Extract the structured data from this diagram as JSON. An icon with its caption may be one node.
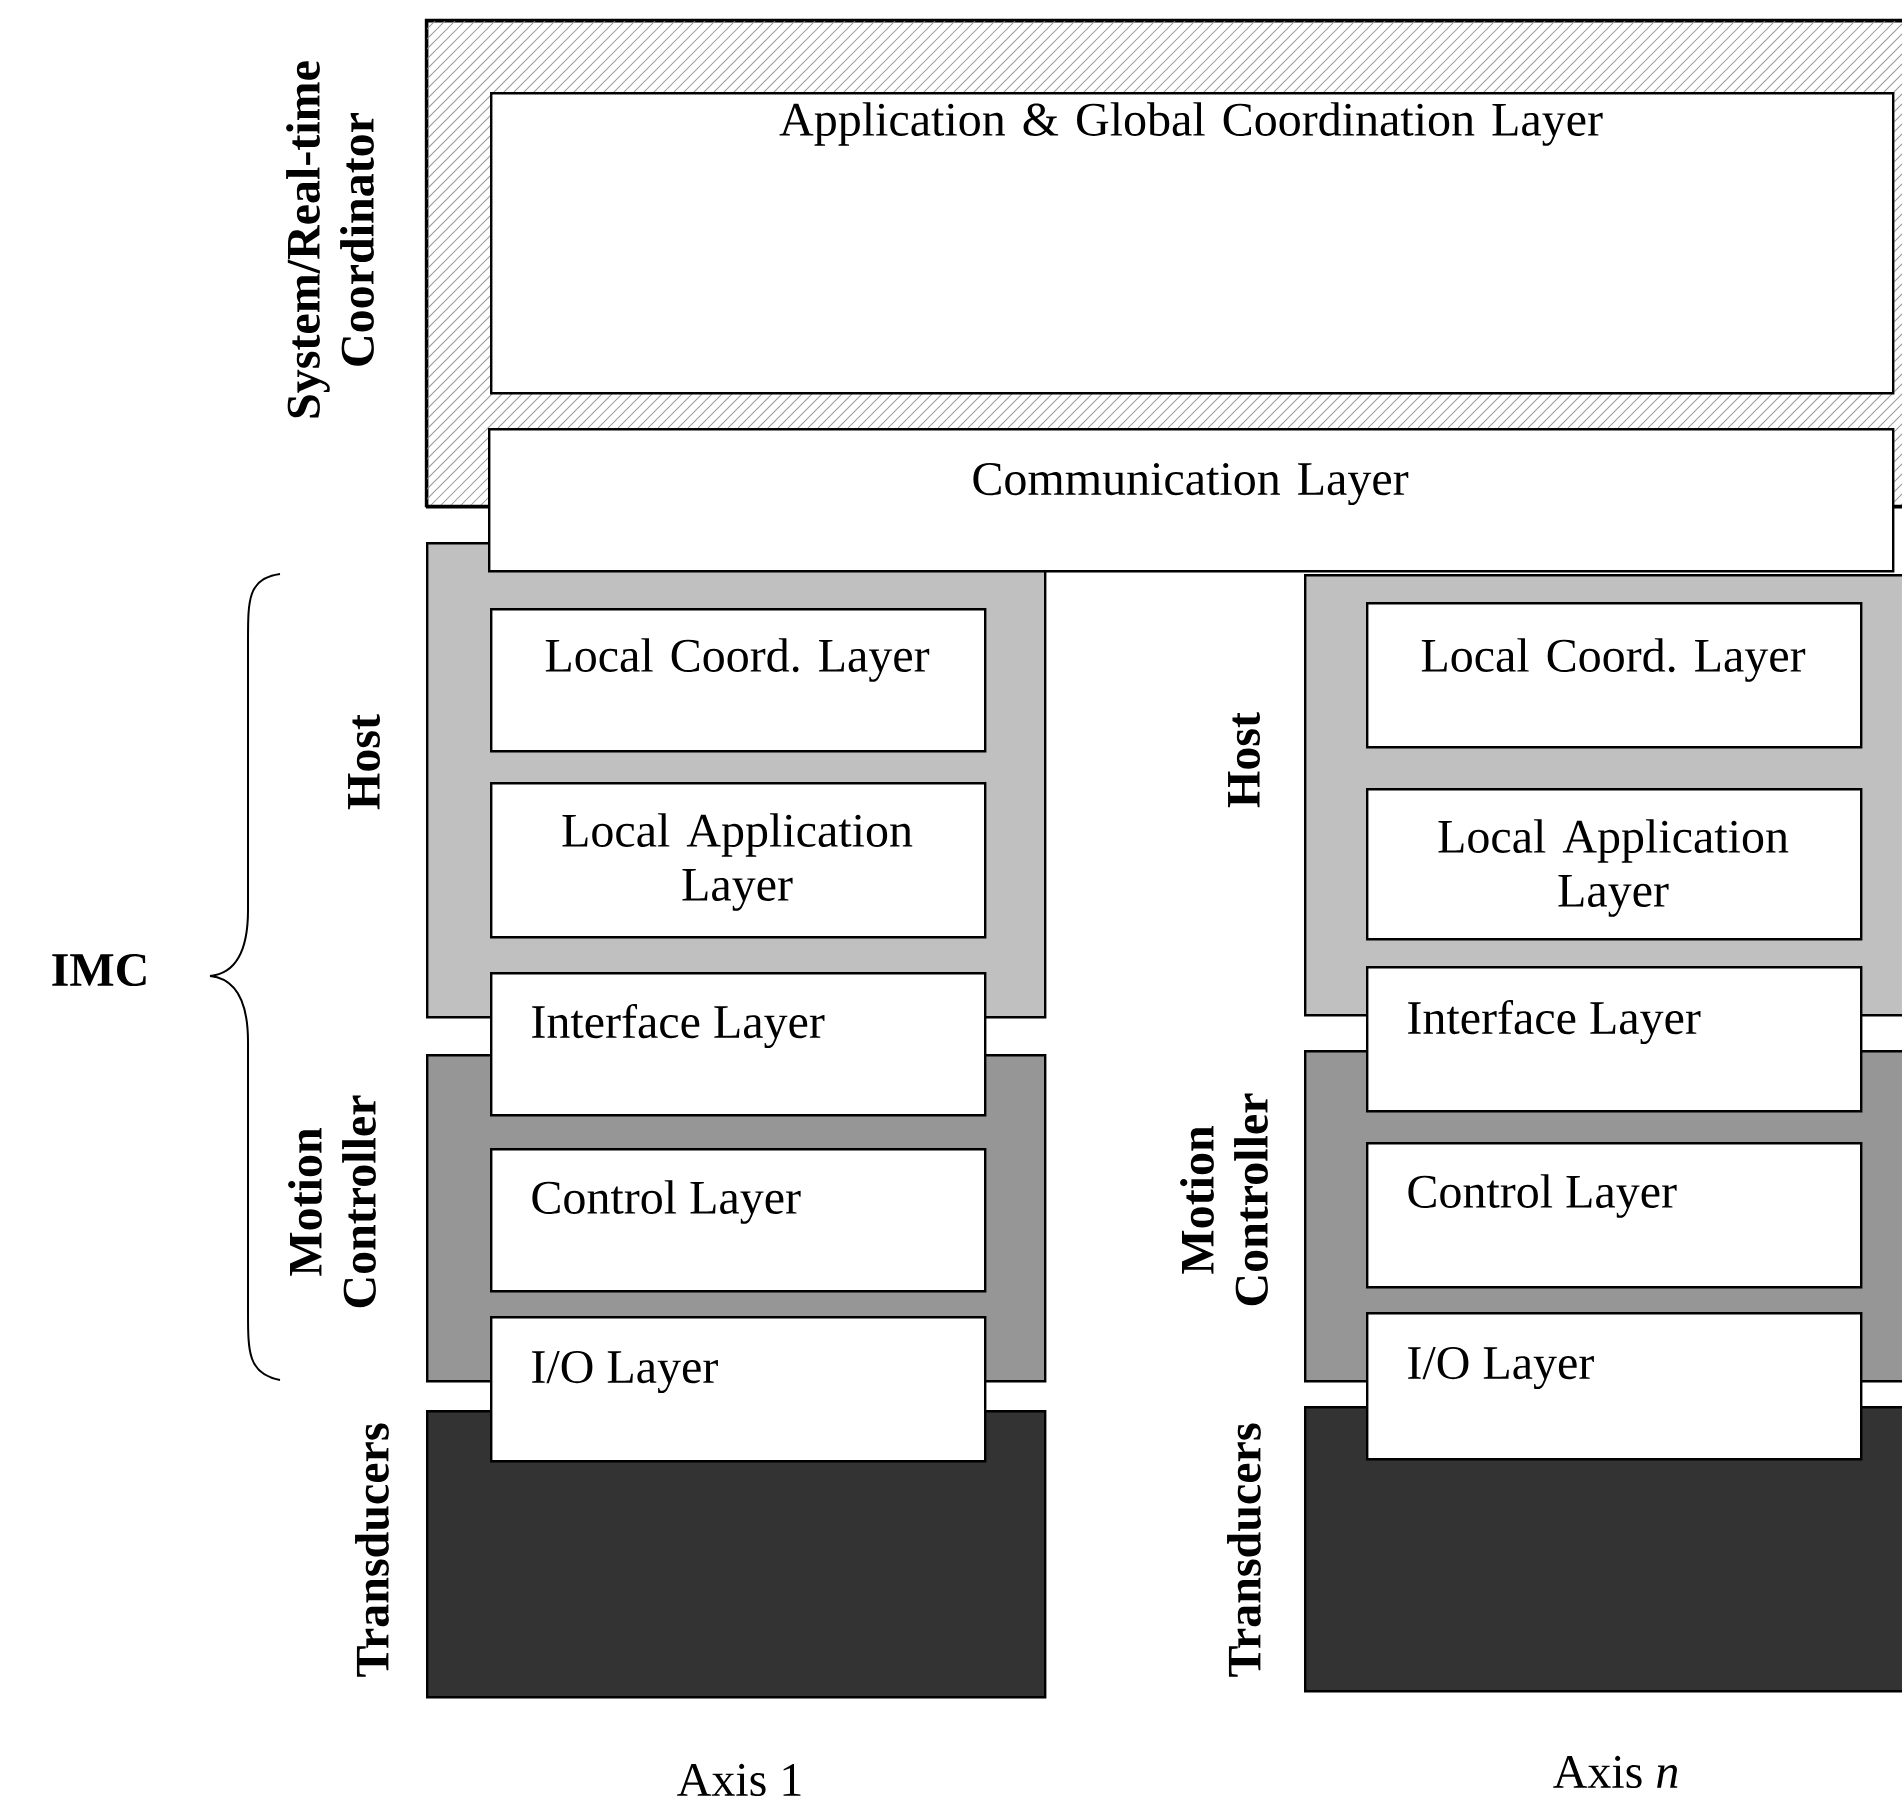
{
  "diagram": {
    "nodes": [
      {
        "text": [
          "System/Real-time Coordinator"
        ]
      },
      {
        "text": [
          "Application & Global Coordination Layer"
        ],
        "in": 0
      },
      {
        "text": [
          "Communication Layer"
        ]
      },
      {
        "text": [
          "Host"
        ]
      },
      {
        "text": [
          "Local Coord. Layer"
        ],
        "in": 3
      },
      {
        "text": [
          "Local Application Layer"
        ],
        "in": 3
      },
      {
        "text": [
          "Interface Layer"
        ]
      },
      {
        "text": [
          "Motion Controller"
        ]
      },
      {
        "text": [
          "Control Layer"
        ],
        "in": 7
      },
      {
        "text": [
          "I/O Layer"
        ]
      },
      {
        "text": [
          "Transducers"
        ]
      },
      {
        "text": [
          "Host"
        ]
      },
      {
        "text": [
          "Local Coord. Layer"
        ],
        "in": 11
      },
      {
        "text": [
          "Local Application Layer"
        ],
        "in": 11
      },
      {
        "text": [
          "Interface Layer"
        ]
      },
      {
        "text": [
          "Motion Controller"
        ]
      },
      {
        "text": [
          "Control Layer"
        ],
        "in": 15
      },
      {
        "text": [
          "I/O Layer"
        ]
      },
      {
        "text": [
          "Transducers"
        ]
      }
    ],
    "labels": [
      "IMC",
      "Axis 1",
      "Axis *n*"
    ]
  }
}
